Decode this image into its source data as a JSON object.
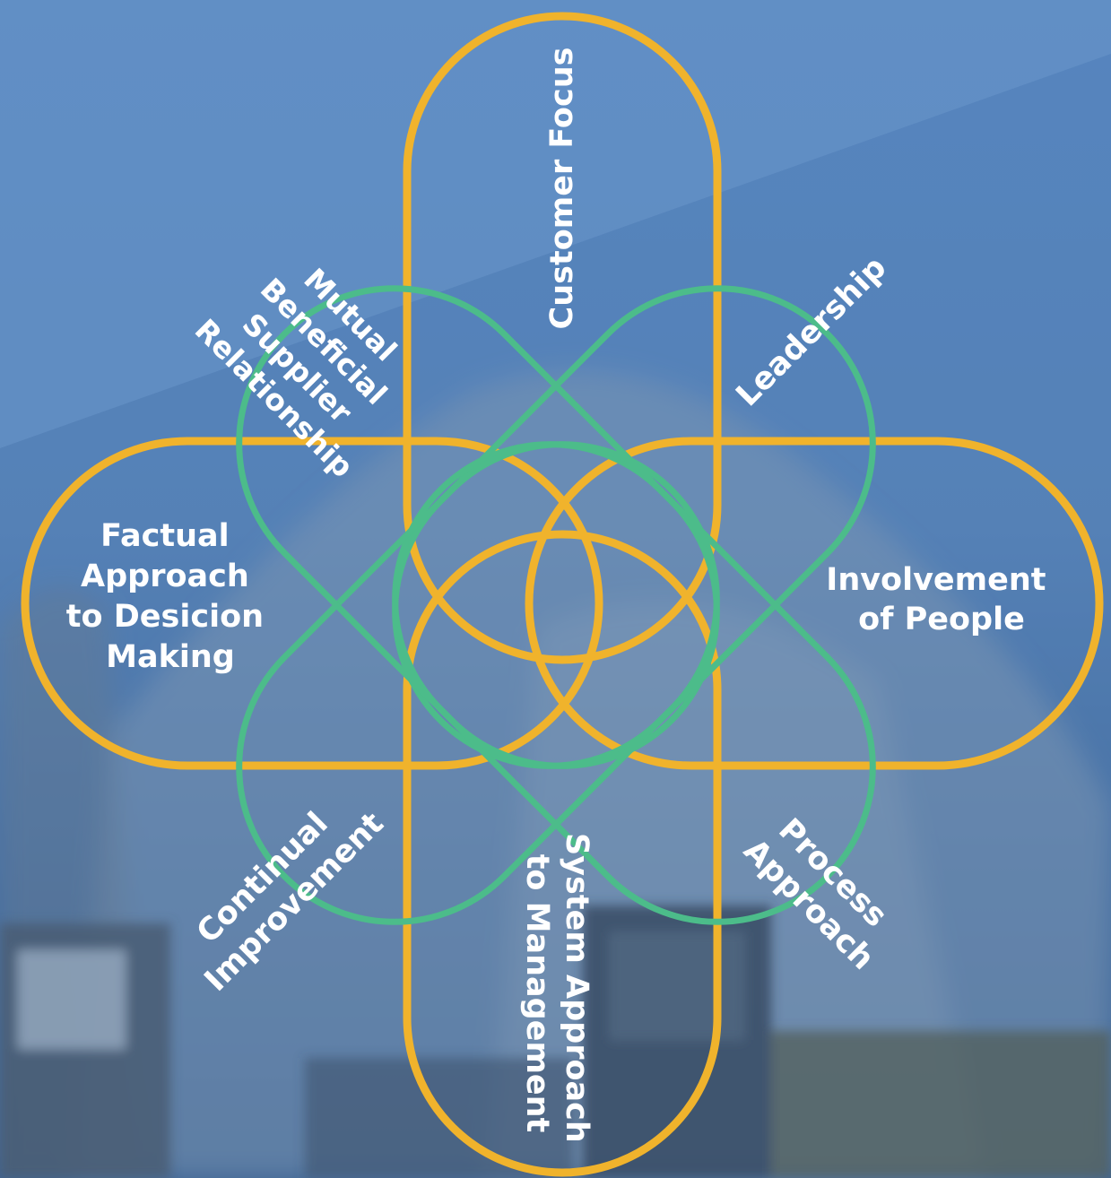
{
  "colors": {
    "orange_petal": "#f0b32c",
    "green_petal": "#4cbc8a",
    "label_text": "#ffffff",
    "sky_light": "#7faadc",
    "sky_dark": "#3d6797"
  },
  "petals": {
    "customer_focus": {
      "lines": [
        "Customer Focus"
      ],
      "color": "orange"
    },
    "leadership": {
      "lines": [
        "Leadership"
      ],
      "color": "green"
    },
    "involvement_of_people": {
      "lines": [
        "Involvement",
        "of People"
      ],
      "color": "orange"
    },
    "process_approach": {
      "lines": [
        "Process",
        "Approach"
      ],
      "color": "green"
    },
    "system_approach": {
      "lines": [
        "System Approach",
        "to Management"
      ],
      "color": "orange"
    },
    "continual_improvement": {
      "lines": [
        "Continual",
        "Improvement"
      ],
      "color": "green"
    },
    "factual_approach": {
      "lines": [
        "Factual",
        "Approach",
        "to Desicion",
        "Making"
      ],
      "color": "orange"
    },
    "mutual_beneficial": {
      "lines": [
        "Mutual",
        "Beneficial",
        "Supplier",
        "Relationship"
      ],
      "color": "green"
    }
  }
}
